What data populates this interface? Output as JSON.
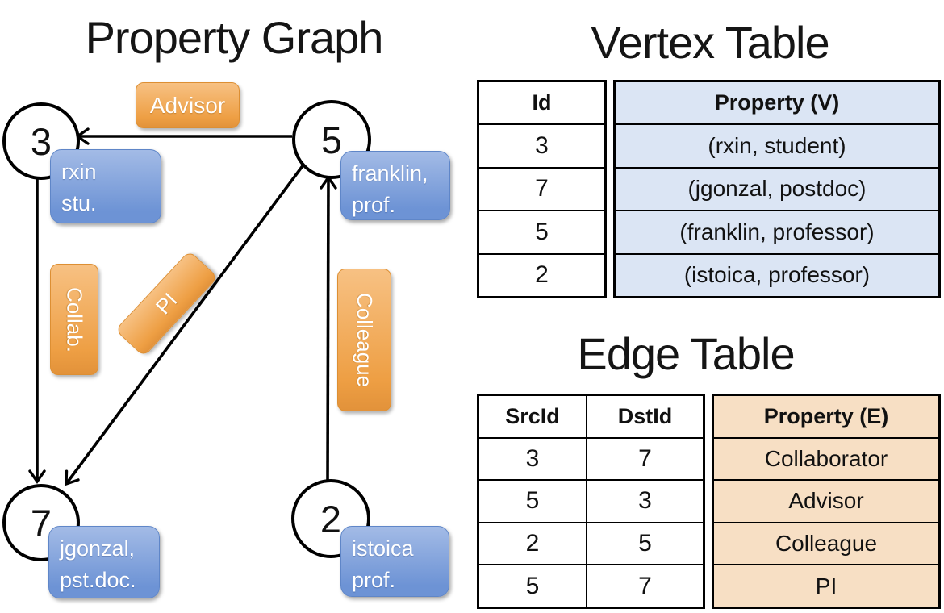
{
  "graph": {
    "title": "Property Graph",
    "nodes": {
      "n3": {
        "id": "3",
        "lines": [
          "rxin",
          "stu."
        ]
      },
      "n5": {
        "id": "5",
        "lines": [
          "franklin,",
          "prof."
        ]
      },
      "n7": {
        "id": "7",
        "lines": [
          "jgonzal,",
          "pst.doc."
        ]
      },
      "n2": {
        "id": "2",
        "lines": [
          "istoica",
          "prof."
        ]
      }
    },
    "edge_labels": {
      "advisor": "Advisor",
      "collab": "Collab.",
      "pi": "PI",
      "colleague": "Colleague"
    }
  },
  "vertex_table": {
    "title": "Vertex Table",
    "columns": [
      "Id",
      "Property (V)"
    ],
    "rows": [
      [
        "3",
        "(rxin, student)"
      ],
      [
        "7",
        "(jgonzal, postdoc)"
      ],
      [
        "5",
        "(franklin, professor)"
      ],
      [
        "2",
        "(istoica, professor)"
      ]
    ]
  },
  "edge_table": {
    "title": "Edge Table",
    "columns": [
      "SrcId",
      "DstId",
      "Property (E)"
    ],
    "rows": [
      [
        "3",
        "7",
        "Collaborator"
      ],
      [
        "5",
        "3",
        "Advisor"
      ],
      [
        "2",
        "5",
        "Colleague"
      ],
      [
        "5",
        "7",
        "PI"
      ]
    ]
  },
  "colors": {
    "edge-fill-top": "#f7c183",
    "edge-fill-bottom": "#ee9f44",
    "edge-border": "#dd8f33",
    "vertex-fill-top": "#a3bbe6",
    "vertex-fill-bottom": "#6d93d5",
    "vertex-border": "#5f86c8",
    "vtable-fill": "#dbe5f4",
    "etable-fill": "#f7dfc4",
    "line": "#000000"
  }
}
